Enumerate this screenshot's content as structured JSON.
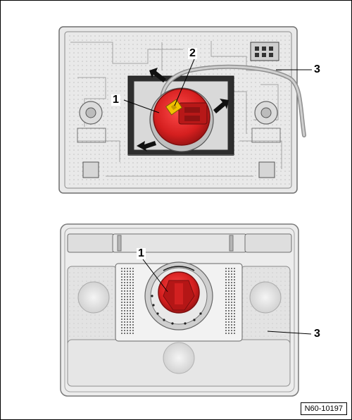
{
  "figure": {
    "id_label": "N60-10197"
  },
  "callouts": {
    "top": [
      {
        "label": "1"
      },
      {
        "label": "2"
      },
      {
        "label": "3"
      }
    ],
    "bottom": [
      {
        "label": "1"
      },
      {
        "label": "3"
      }
    ]
  },
  "colors": {
    "housing": "#e6e6e6",
    "housing_stroke": "#777777",
    "dial_red": "#cc1f1f",
    "connector_yellow": "#f2c200",
    "arrow": "#111111"
  },
  "icons": [
    "arrow-pointer-icon",
    "temperature-dial",
    "cable"
  ]
}
